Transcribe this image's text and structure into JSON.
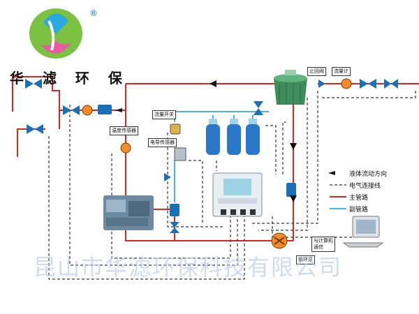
{
  "brand": {
    "name": "华 滤 环 保",
    "reg_mark": "®"
  },
  "watermark": "昆山市华滤环保科技有限公司",
  "labels": {
    "temp_sensor": "温度传感器",
    "flow_switch": "流量开关",
    "conductivity_sensor": "电导传感器",
    "check_valve": "止回阀",
    "flow_meter": "流量计",
    "pc_comm": "与计算机\n通信",
    "circ_pump": "循环泵"
  },
  "legend": {
    "flow_direction": "液体流动方向",
    "electrical": "电气连接线",
    "main_pipe": "主管路",
    "sub_pipe": "副管路"
  },
  "colors": {
    "main_pipe": "#e0241b",
    "sub_pipe": "#48b3e6",
    "electrical": "#333333",
    "valve": "#1b6fb8",
    "gauge": "#f28c28"
  }
}
